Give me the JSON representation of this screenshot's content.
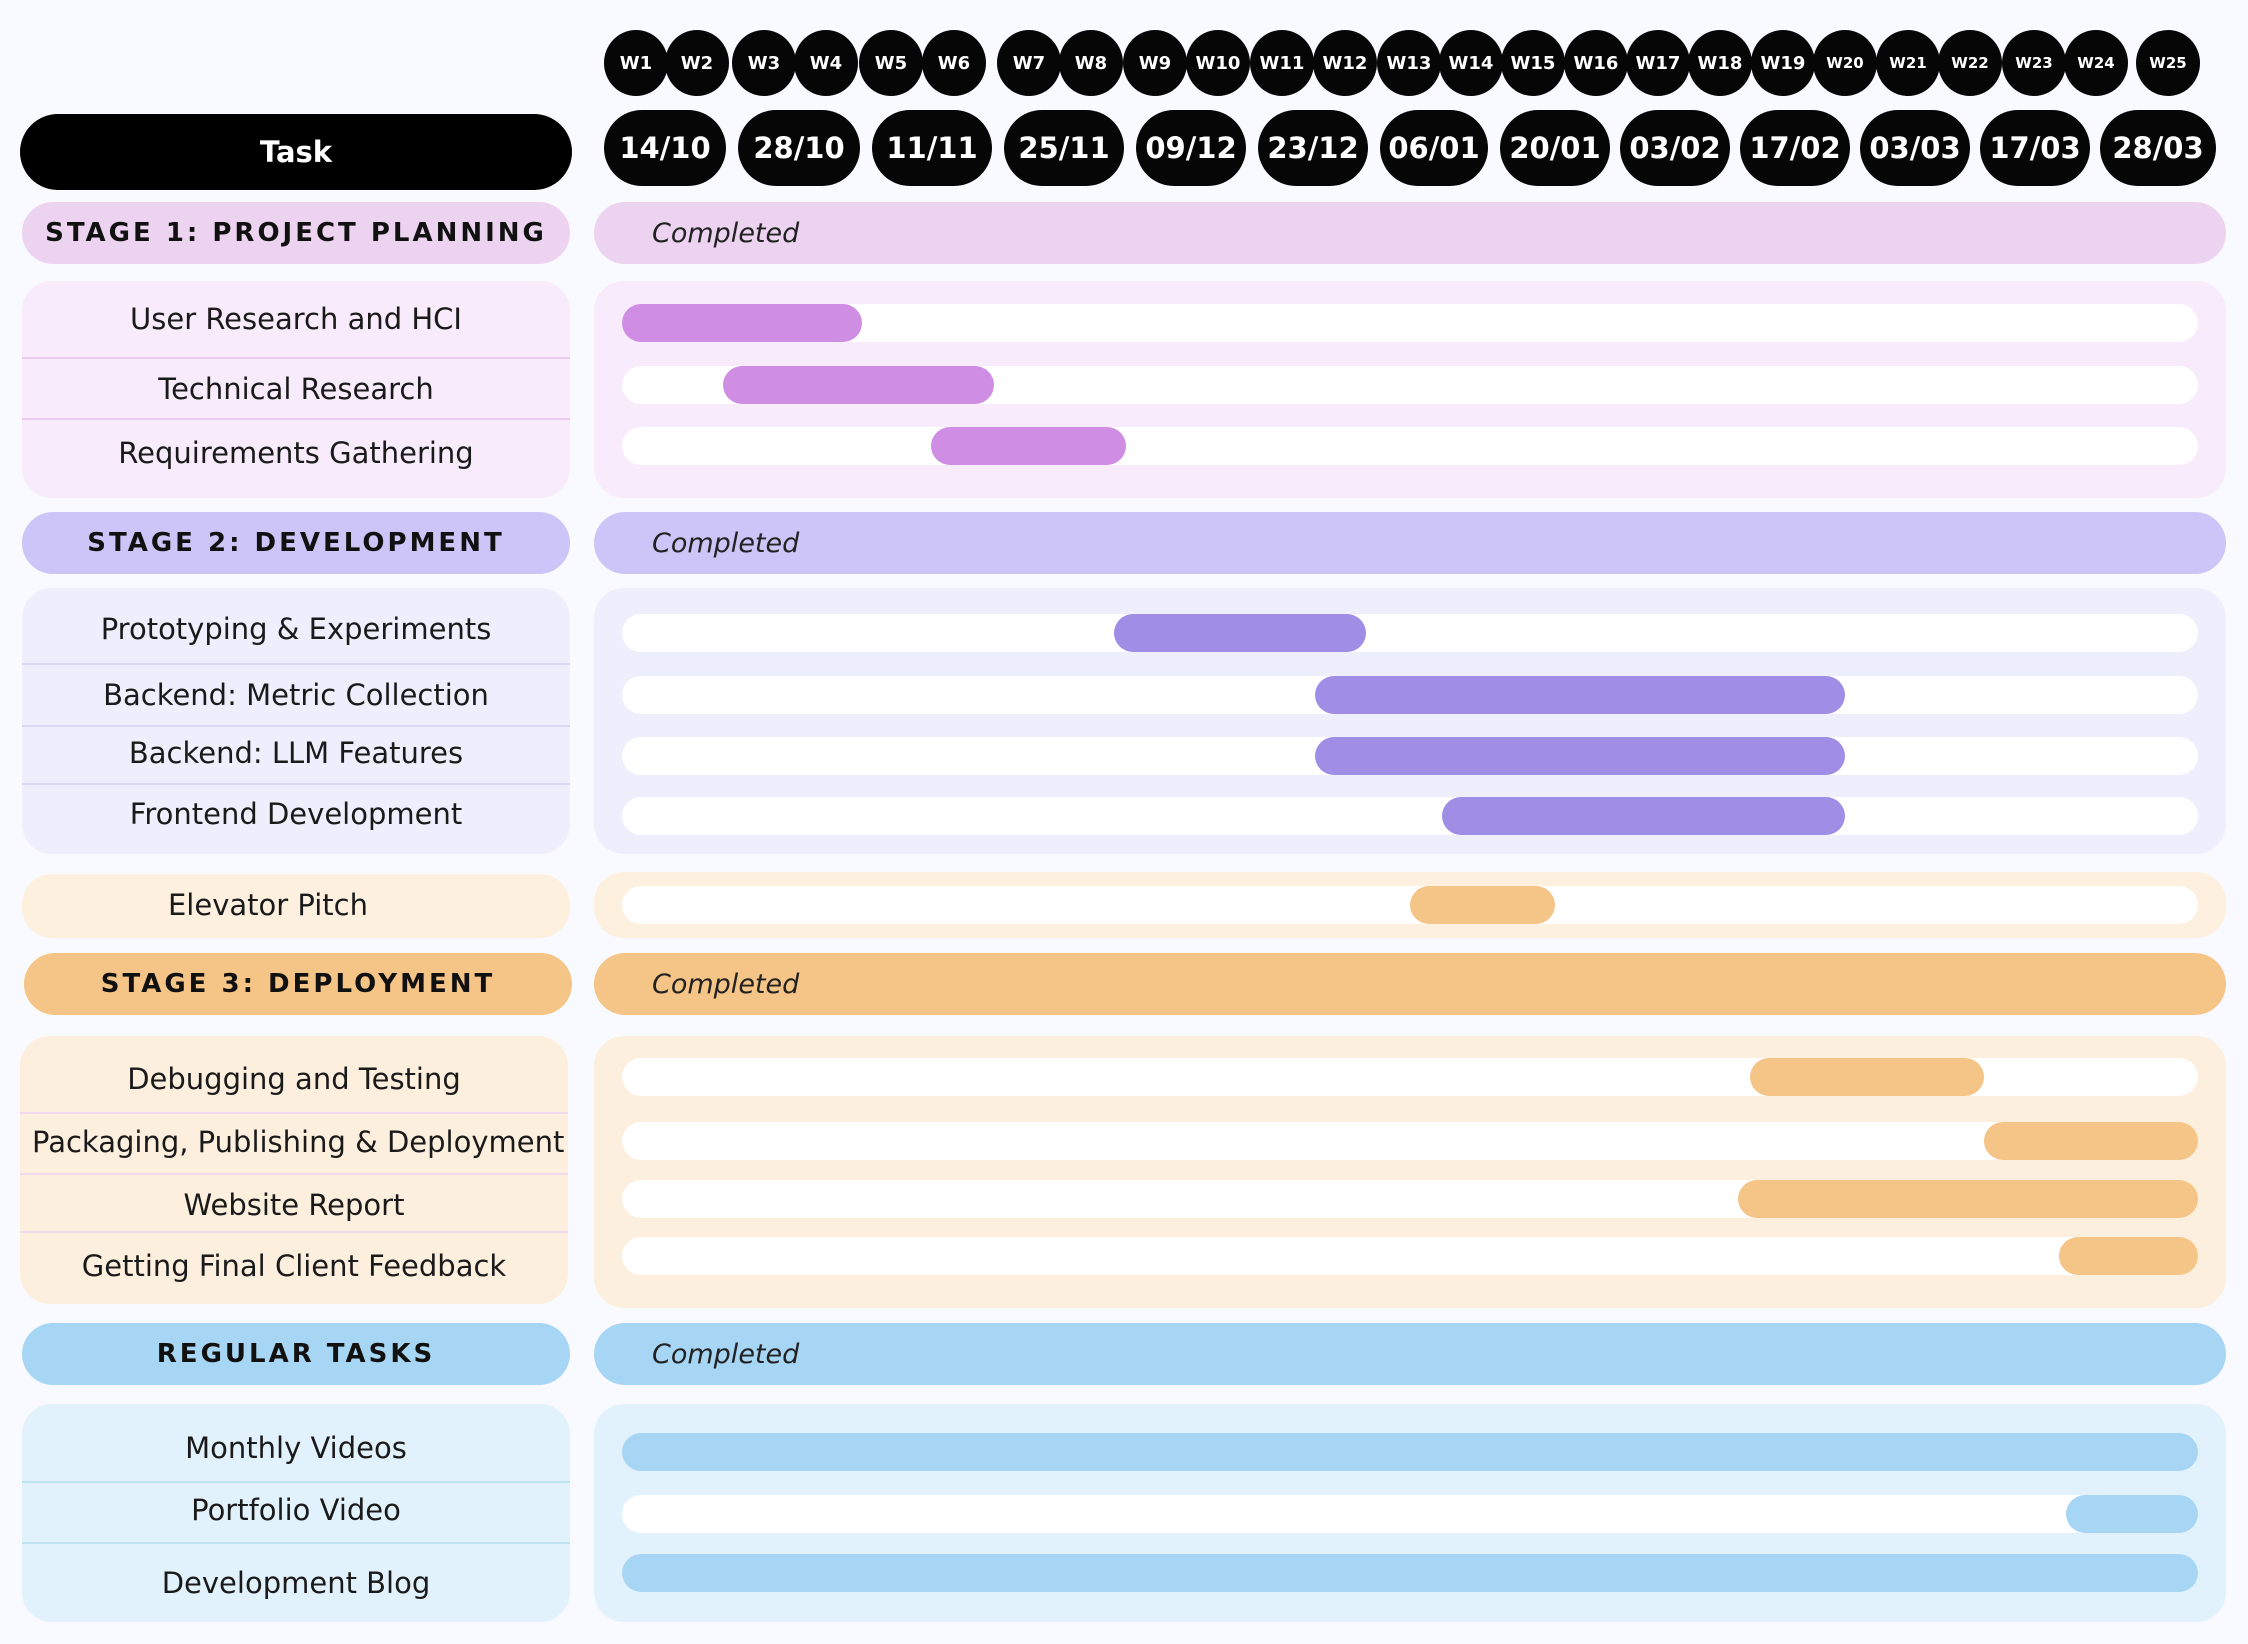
{
  "header": {
    "task_label": "Task",
    "weeks": [
      "W1",
      "W2",
      "W3",
      "W4",
      "W5",
      "W6",
      "W7",
      "W8",
      "W9",
      "W10",
      "W11",
      "W12",
      "W13",
      "W14",
      "W15",
      "W16",
      "W17",
      "W18",
      "W19",
      "W20",
      "W21",
      "W22",
      "W23",
      "W24",
      "W25"
    ],
    "dates": [
      "14/10",
      "28/10",
      "11/11",
      "25/11",
      "09/12",
      "23/12",
      "06/01",
      "20/01",
      "03/02",
      "17/02",
      "03/03",
      "17/03",
      "28/03"
    ]
  },
  "colors": {
    "stage1": "#ecd3f0",
    "stage1_panel": "#f8ebfb",
    "stage1_bar": "#cf8ee3",
    "stage2": "#cdc5f8",
    "stage2_panel": "#efeefc",
    "stage2_bar": "#a08de6",
    "pitch_panel": "#fdf0de",
    "pitch_bar": "#f5c487",
    "stage3": "#f5c487",
    "stage3_panel": "#fdefde",
    "stage3_bar": "#f5c487",
    "regular": "#a7d6f4",
    "regular_panel": "#e2f2fd",
    "regular_bar": "#a7d6f4"
  },
  "stages": {
    "stage1": {
      "label": "STAGE 1: PROJECT PLANNING",
      "status": "Completed"
    },
    "stage2": {
      "label": "STAGE 2: DEVELOPMENT",
      "status": "Completed"
    },
    "stage3": {
      "label": "STAGE 3: DEPLOYMENT",
      "status": "Completed"
    },
    "regular": {
      "label": "REGULAR TASKS",
      "status": "Completed"
    }
  },
  "chart_data": {
    "type": "gantt",
    "x_unit": "week",
    "xlim": [
      1,
      26
    ],
    "tasks": [
      {
        "group": "stage1",
        "name": "User Research and HCI",
        "start": 1,
        "end": 4.8
      },
      {
        "group": "stage1",
        "name": "Technical Research",
        "start": 2.6,
        "end": 6.9
      },
      {
        "group": "stage1",
        "name": "Requirements Gathering",
        "start": 5.9,
        "end": 9.0
      },
      {
        "group": "stage2",
        "name": "Prototyping & Experiments",
        "start": 8.8,
        "end": 12.8
      },
      {
        "group": "stage2",
        "name": "Backend: Metric Collection",
        "start": 12.0,
        "end": 20.4
      },
      {
        "group": "stage2",
        "name": "Backend: LLM Features",
        "start": 12.0,
        "end": 20.4
      },
      {
        "group": "stage2",
        "name": "Frontend Development",
        "start": 14.0,
        "end": 20.4
      },
      {
        "group": "pitch",
        "name": "Elevator Pitch",
        "start": 13.5,
        "end": 15.8
      },
      {
        "group": "stage3",
        "name": "Debugging and Testing",
        "start": 18.9,
        "end": 22.6
      },
      {
        "group": "stage3",
        "name": "Packaging, Publishing & Deployment!",
        "start": 22.6,
        "end": 26
      },
      {
        "group": "stage3",
        "name": "Website Report",
        "start": 18.7,
        "end": 26
      },
      {
        "group": "stage3",
        "name": "Getting Final Client Feedback",
        "start": 23.8,
        "end": 26
      },
      {
        "group": "regular",
        "name": "Monthly Videos",
        "start": 1,
        "end": 26
      },
      {
        "group": "regular",
        "name": "Portfolio Video",
        "start": 23.9,
        "end": 26
      },
      {
        "group": "regular",
        "name": "Development Blog",
        "start": 1,
        "end": 26
      }
    ]
  }
}
